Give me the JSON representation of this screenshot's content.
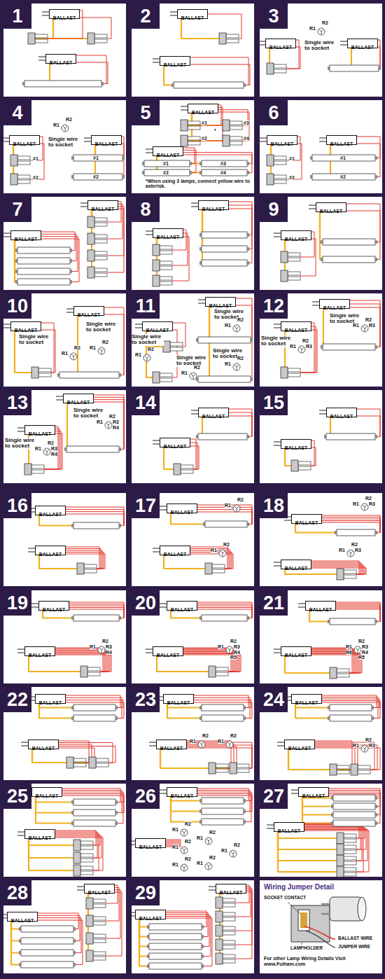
{
  "diagram": {
    "nodes": [
      {
        "text": [
          "1"
        ]
      },
      {
        "text": [
          "BALLAST"
        ],
        "in": 0
      },
      {
        "text": [
          "BALLAST"
        ],
        "in": 0
      },
      {
        "text": [
          "2"
        ]
      },
      {
        "text": [
          "BALLAST"
        ],
        "in": 3
      },
      {
        "text": [
          "BALLAST"
        ],
        "in": 3
      },
      {
        "text": [
          "3"
        ]
      },
      {
        "text": [
          "BALLAST"
        ],
        "in": 6
      },
      {
        "text": [
          "BALLAST"
        ],
        "in": 6
      },
      {
        "text": [
          "4"
        ]
      },
      {
        "text": [
          "BALLAST"
        ],
        "in": 9
      },
      {
        "text": [
          "BALLAST"
        ],
        "in": 9
      },
      {
        "text": [
          "5"
        ]
      },
      {
        "text": [
          "BALLAST"
        ],
        "in": 12
      },
      {
        "text": [
          "BALLAST"
        ],
        "in": 12
      },
      {
        "text": [
          "6"
        ]
      },
      {
        "text": [
          "BALLAST"
        ],
        "in": 15
      },
      {
        "text": [
          "BALLAST"
        ],
        "in": 15
      },
      {
        "text": [
          "7"
        ]
      },
      {
        "text": [
          "BALLAST"
        ],
        "in": 18
      },
      {
        "text": [
          "BALLAST"
        ],
        "in": 18
      },
      {
        "text": [
          "8"
        ]
      },
      {
        "text": [
          "BALLAST"
        ],
        "in": 21
      },
      {
        "text": [
          "BALLAST"
        ],
        "in": 21
      },
      {
        "text": [
          "9"
        ]
      },
      {
        "text": [
          "BALLAST"
        ],
        "in": 24
      },
      {
        "text": [
          "BALLAST"
        ],
        "in": 24
      },
      {
        "text": [
          "10"
        ]
      },
      {
        "text": [
          "BALLAST"
        ],
        "in": 27
      },
      {
        "text": [
          "BALLAST"
        ],
        "in": 27
      },
      {
        "text": [
          "11"
        ]
      },
      {
        "text": [
          "BALLAST"
        ],
        "in": 30
      },
      {
        "text": [
          "BALLAST"
        ],
        "in": 30
      },
      {
        "text": [
          "12"
        ]
      },
      {
        "text": [
          "BALLAST"
        ],
        "in": 33
      },
      {
        "text": [
          "BALLAST"
        ],
        "in": 33
      },
      {
        "text": [
          "13"
        ]
      },
      {
        "text": [
          "BALLAST"
        ],
        "in": 36
      },
      {
        "text": [
          "BALLAST"
        ],
        "in": 36
      },
      {
        "text": [
          "14"
        ]
      },
      {
        "text": [
          "BALLAST"
        ],
        "in": 39
      },
      {
        "text": [
          "BALLAST"
        ],
        "in": 39
      },
      {
        "text": [
          "15"
        ]
      },
      {
        "text": [
          "BALLAST"
        ],
        "in": 42
      },
      {
        "text": [
          "BALLAST"
        ],
        "in": 42
      },
      {
        "text": [
          "16"
        ]
      },
      {
        "text": [
          "BALLAST"
        ],
        "in": 45
      },
      {
        "text": [
          "BALLAST"
        ],
        "in": 45
      },
      {
        "text": [
          "17"
        ]
      },
      {
        "text": [
          "BALLAST"
        ],
        "in": 48
      },
      {
        "text": [
          "BALLAST"
        ],
        "in": 48
      },
      {
        "text": [
          "18"
        ]
      },
      {
        "text": [
          "BALLAST"
        ],
        "in": 51
      },
      {
        "text": [
          "BALLAST"
        ],
        "in": 51
      },
      {
        "text": [
          "19"
        ]
      },
      {
        "text": [
          "BALLAST"
        ],
        "in": 54
      },
      {
        "text": [
          "BALLAST"
        ],
        "in": 54
      },
      {
        "text": [
          "20"
        ]
      },
      {
        "text": [
          "BALLAST"
        ],
        "in": 57
      },
      {
        "text": [
          "BALLAST"
        ],
        "in": 57
      },
      {
        "text": [
          "21"
        ]
      },
      {
        "text": [
          "BALLAST"
        ],
        "in": 60
      },
      {
        "text": [
          "BALLAST"
        ],
        "in": 60
      },
      {
        "text": [
          "22"
        ]
      },
      {
        "text": [
          "BALLAST"
        ],
        "in": 63
      },
      {
        "text": [
          "BALLAST"
        ],
        "in": 63
      },
      {
        "text": [
          "23"
        ]
      },
      {
        "text": [
          "BALLAST"
        ],
        "in": 66
      },
      {
        "text": [
          "BALLAST"
        ],
        "in": 66
      },
      {
        "text": [
          "24"
        ]
      },
      {
        "text": [
          "BALLAST"
        ],
        "in": 69
      },
      {
        "text": [
          "BALLAST"
        ],
        "in": 69
      },
      {
        "text": [
          "25"
        ]
      },
      {
        "text": [
          "BALLAST"
        ],
        "in": 72
      },
      {
        "text": [
          "BALLAST"
        ],
        "in": 72
      },
      {
        "text": [
          "26"
        ]
      },
      {
        "text": [
          "BALLAST"
        ],
        "in": 75
      },
      {
        "text": [
          "BALLAST"
        ],
        "in": 75
      },
      {
        "text": [
          "27"
        ]
      },
      {
        "text": [
          "BALLAST"
        ],
        "in": 78
      },
      {
        "text": [
          "BALLAST"
        ],
        "in": 78
      },
      {
        "text": [
          "28"
        ]
      },
      {
        "text": [
          "BALLAST"
        ],
        "in": 81
      },
      {
        "text": [
          "BALLAST"
        ],
        "in": 81
      },
      {
        "text": [
          "29"
        ]
      },
      {
        "text": [
          "BALLAST"
        ],
        "in": 84
      },
      {
        "text": [
          "BALLAST"
        ],
        "in": 84
      },
      {
        "text": [
          "Wiring Jumper Detail",
          "For other Lamp Wiring Details Visit www.Fulham.com"
        ]
      }
    ],
    "labels": [
      "R1",
      "R2",
      "Single wire to socket",
      "R1",
      "R2",
      "Single wire to socket",
      "#1",
      "#2",
      "#1",
      "#2",
      "#1",
      "#3",
      "#2",
      "#4",
      "*",
      "#1",
      "#3",
      "#2",
      "#4",
      "*When using 3 lamps, connect yellow wire to asterisk.",
      "#1",
      "#2",
      "#1",
      "#2",
      "Single wire to socket",
      "R1",
      "R2",
      "Single wire to socket",
      "R1",
      "R2",
      "Single wire to socket",
      "R1",
      "R2",
      "Single wire to socket",
      "R1",
      "R2",
      "Single wire to socket",
      "R1",
      "R2",
      "Single wire to socket",
      "R1",
      "R2",
      "Single wire to socket",
      "R1",
      "R2",
      "R3",
      "Single wire to socket",
      "R1",
      "R2",
      "R3",
      "Single wire to socket",
      "R1",
      "R2",
      "R3",
      "R4",
      "Single wire to socket",
      "R1",
      "R2",
      "R3",
      "R4",
      "R1",
      "R2",
      "R1",
      "R2",
      "R1",
      "R2",
      "R3",
      "R1",
      "R2",
      "R3",
      "R1",
      "R2",
      "R3",
      "R4",
      "R1",
      "R2",
      "R3",
      "R4",
      "R5",
      "R1",
      "R2",
      "R3",
      "R4",
      "R5",
      "R6",
      "R1",
      "R2",
      "R1",
      "R2",
      "R1",
      "R2",
      "R3",
      "R1",
      "R2",
      "R1",
      "R2",
      "R1",
      "R2",
      "R1",
      "R2",
      "R1",
      "R2",
      "R1",
      "R2",
      "SOCKET CONTACT",
      "BALLAST WIRE",
      "JUMPER WIRE",
      "LAMPHOLDER"
    ]
  }
}
